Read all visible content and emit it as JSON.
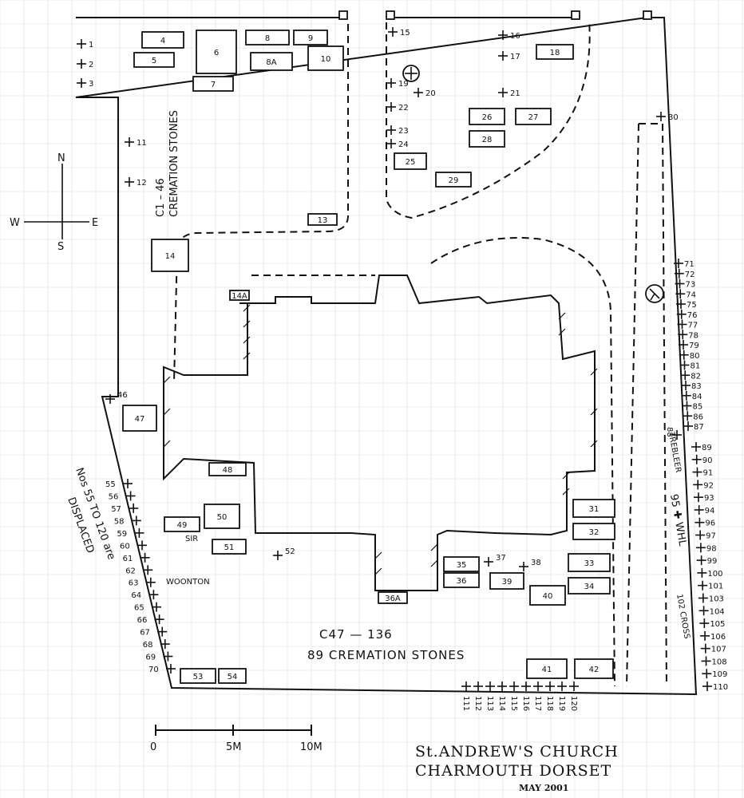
{
  "compass": {
    "n": "N",
    "s": "S",
    "e": "E",
    "w": "W"
  },
  "title": {
    "line1": "St.ANDREW'S CHURCH",
    "line2": "CHARMOUTH DORSET",
    "date": "MAY 2001"
  },
  "scale": {
    "labels": [
      "0",
      "5M",
      "10M"
    ]
  },
  "annotations": {
    "cremation_north_1": "C1 – 46",
    "cremation_north_2": "CREMATION STONES",
    "cremation_south_1": "C47 — 136",
    "cremation_south_2": "89 CREMATION STONES",
    "displaced_1": "Nos 55 TO 120 are",
    "displaced_2": "DISPLACED",
    "woonton": "WOONTON",
    "sir": "SIR",
    "trebleer": "TREBLEER",
    "grave_95": "95 ✚ WHL",
    "cross_102": "102 CROSS"
  },
  "plots": [
    {
      "id": "4"
    },
    {
      "id": "5"
    },
    {
      "id": "6"
    },
    {
      "id": "7"
    },
    {
      "id": "8"
    },
    {
      "id": "9"
    },
    {
      "id": "10"
    },
    {
      "id": "8A"
    },
    {
      "id": "13"
    },
    {
      "id": "14"
    },
    {
      "id": "14A"
    },
    {
      "id": "18"
    },
    {
      "id": "25"
    },
    {
      "id": "26"
    },
    {
      "id": "27"
    },
    {
      "id": "28"
    },
    {
      "id": "29"
    },
    {
      "id": "31"
    },
    {
      "id": "32"
    },
    {
      "id": "33"
    },
    {
      "id": "34"
    },
    {
      "id": "35"
    },
    {
      "id": "36"
    },
    {
      "id": "36A"
    },
    {
      "id": "39"
    },
    {
      "id": "40"
    },
    {
      "id": "41"
    },
    {
      "id": "42"
    },
    {
      "id": "47"
    },
    {
      "id": "48"
    },
    {
      "id": "49"
    },
    {
      "id": "50"
    },
    {
      "id": "51"
    },
    {
      "id": "53"
    },
    {
      "id": "54"
    }
  ],
  "crosses_north": [
    "1",
    "2",
    "3",
    "11",
    "12",
    "15",
    "16",
    "17",
    "19",
    "20",
    "21",
    "22",
    "23",
    "24",
    "30"
  ],
  "crosses_south": [
    "37",
    "38",
    "46",
    "52"
  ],
  "row_west": [
    "55",
    "56",
    "57",
    "58",
    "59",
    "60",
    "61",
    "62",
    "63",
    "64",
    "65",
    "66",
    "67",
    "68",
    "69",
    "70"
  ],
  "row_east_upper": [
    "71",
    "72",
    "73",
    "74",
    "75",
    "76",
    "77",
    "78",
    "79",
    "80",
    "81",
    "82",
    "83",
    "84",
    "85",
    "86",
    "87"
  ],
  "row_east_lower": [
    "89",
    "90",
    "91",
    "92",
    "93",
    "94",
    "96",
    "97",
    "98",
    "99",
    "100",
    "101",
    "103",
    "104",
    "105",
    "106",
    "107",
    "108",
    "109",
    "110"
  ],
  "row_south": [
    "111",
    "112",
    "113",
    "114",
    "115",
    "116",
    "117",
    "118",
    "119",
    "120"
  ],
  "grave_88": "88"
}
